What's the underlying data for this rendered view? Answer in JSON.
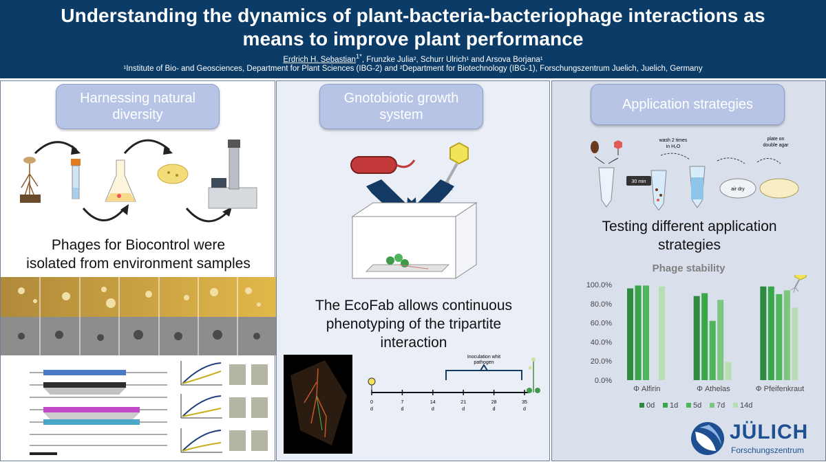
{
  "header": {
    "title_line1": "Understanding the dynamics of plant-bacteria-bacteriophage interactions as",
    "title_line2": "means to improve plant performance",
    "author_first": "Erdrich H. Sebastian",
    "author_first_sup": "1*",
    "authors_rest": ", Frunzke Julia², Schurr Ulrich¹ and Arsova Borjana¹",
    "affiliations": "¹Institute of Bio- and Geosciences, Department for Plant Sciences (IBG-2) and ²Department for Biotechnology (IBG-1), Forschungszentrum Juelich, Juelich, Germany"
  },
  "col1": {
    "pill_line1": "Harnessing natural",
    "pill_line2": "diversity",
    "caption_line1": "Phages for Biocontrol were",
    "caption_line2": "isolated from environment samples"
  },
  "col2": {
    "pill_line1": "Gnotobiotic growth",
    "pill_line2": "system",
    "caption_line1": "The EcoFab allows continuous",
    "caption_line2": "phenotyping of the tripartite",
    "caption_line3": "interaction",
    "timeline": {
      "bracket_label_line1": "Inoculation whit",
      "bracket_label_line2": "pathogen",
      "unit": "d",
      "ticks": [
        "0",
        "7",
        "14",
        "21",
        "28",
        "35"
      ]
    }
  },
  "col3": {
    "pill": "Application strategies",
    "protocol": {
      "step_wash_line1": "wash 2 times",
      "step_wash_line2": "in H₂O",
      "step_plate_line1": "plate on",
      "step_plate_line2": "double agar",
      "step_30min": "30 min",
      "step_airdry": "air dry"
    },
    "caption_line1": "Testing different application",
    "caption_line2": "strategies"
  },
  "logo": {
    "name": "JÜLICH",
    "sub": "Forschungszentrum"
  },
  "colors": {
    "header_bg": "#0b3c68",
    "pill": "#b7c4e6",
    "series": [
      "#2e8b3e",
      "#3aa64a",
      "#4fb55a",
      "#7cc67f",
      "#b8dfb4"
    ],
    "logo_blue": "#1e4f91"
  },
  "chart_data": {
    "type": "bar",
    "title": "Phage stability",
    "categories": [
      "Φ Alfirin",
      "Φ Athelas",
      "Φ Pfeifenkraut"
    ],
    "series": [
      {
        "name": "0d",
        "values": [
          96,
          88,
          98
        ]
      },
      {
        "name": "1d",
        "values": [
          99,
          91,
          98
        ]
      },
      {
        "name": "5d",
        "values": [
          99,
          62,
          90
        ]
      },
      {
        "name": "7d",
        "values": [
          null,
          84,
          94
        ]
      },
      {
        "name": "14d",
        "values": [
          98,
          19,
          76
        ]
      }
    ],
    "ylim": [
      0,
      100
    ],
    "yticks": [
      "0.0%",
      "20.0%",
      "40.0%",
      "60.0%",
      "80.0%",
      "100.0%"
    ],
    "ytick_values": [
      0,
      20,
      40,
      60,
      80,
      100
    ],
    "legend_position": "bottom",
    "grid": false
  }
}
